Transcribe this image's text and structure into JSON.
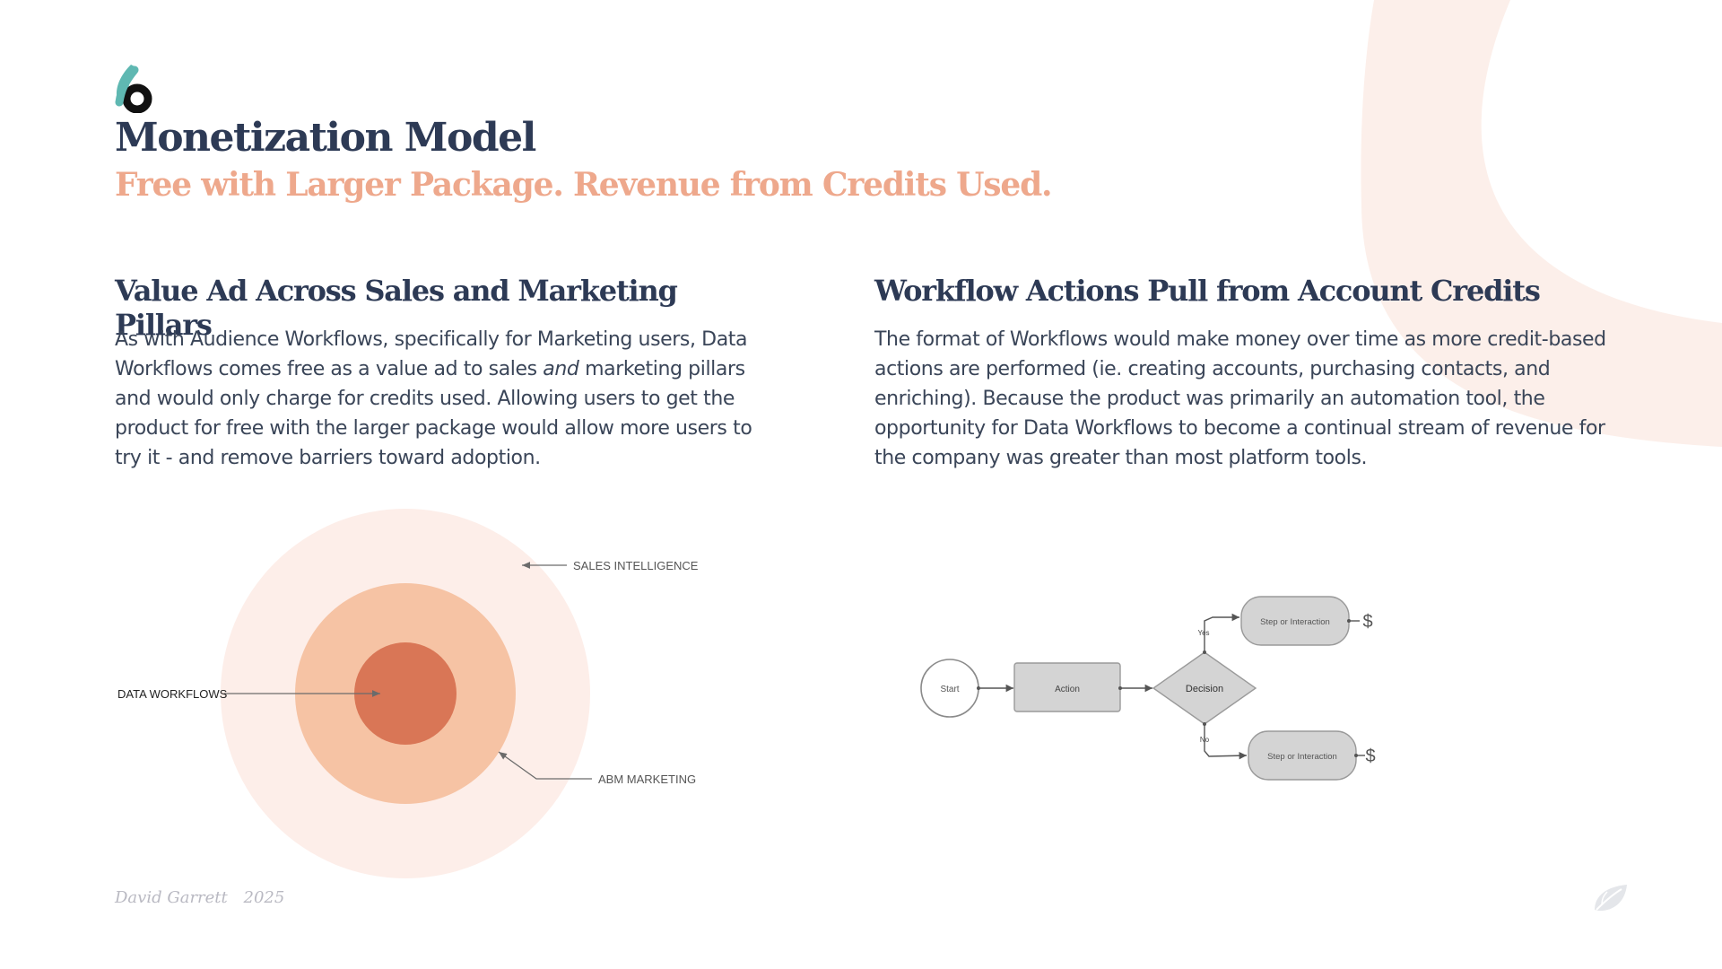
{
  "slide": {
    "title": "Monetization Model",
    "subtitle": "Free with Larger Package. Revenue from Credits Used."
  },
  "left": {
    "heading": "Value Ad Across Sales and Marketing Pillars",
    "body_before": "As with Audience Workflows, specifically for Marketing users, Data Workflows comes free as a value ad to sales ",
    "body_emphasis": "and",
    "body_after": " marketing pillars and would only charge for credits used. Allowing users to get the product for free with the larger package would allow more users to try it - and remove barriers toward adoption."
  },
  "right": {
    "heading": "Workflow Actions Pull from Account Credits",
    "body": "The format of Workflows would make money over time as more credit-based actions are performed (ie. creating accounts, purchasing contacts, and enriching). Because the product was primarily an automation tool, the opportunity for Data Workflows to become a continual stream of revenue for the company was greater than most platform tools."
  },
  "ring_diagram": {
    "labels": {
      "outer": "SALES INTELLIGENCE",
      "middle": "ABM MARKETING",
      "inner": "DATA WORKFLOWS"
    },
    "colors": {
      "outer": "#fdeee9",
      "middle": "#f6c3a4",
      "inner": "#d97656"
    }
  },
  "flowchart": {
    "start": "Start",
    "action": "Action",
    "decision": "Decision",
    "yes_label": "Yes",
    "no_label": "No",
    "step_top": "Step or Interaction",
    "step_bottom": "Step or Interaction",
    "credit_top": "$",
    "credit_bottom": "$"
  },
  "footer": {
    "author": "David Garrett",
    "year": "2025"
  },
  "colors": {
    "title": "#2d3a55",
    "subtitle": "#eea88c",
    "deco_arc": "#fcefea",
    "logo_teal": "#5fb8b2"
  },
  "icons": [
    "logo-icon",
    "leaf-icon"
  ]
}
